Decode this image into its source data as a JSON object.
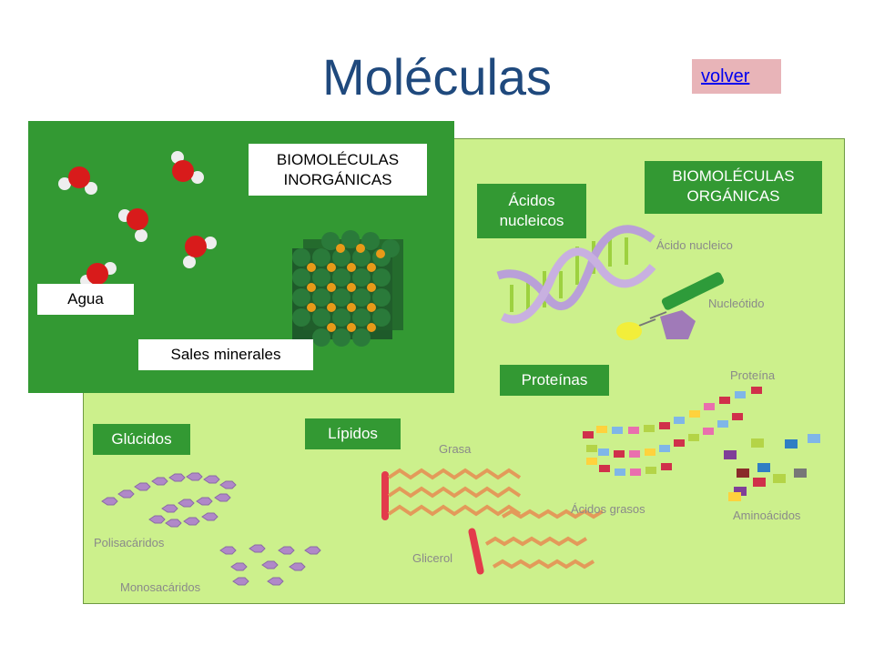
{
  "title": "Moléculas",
  "nav": {
    "back_link": "volver"
  },
  "inorganic": {
    "heading": "BIOMOLÉCULAS INORGÁNICAS",
    "water": "Agua",
    "salts": "Sales minerales"
  },
  "organic": {
    "heading": "BIOMOLÉCULAS ORGÁNICAS",
    "nucleic_acids": "Ácidos nucleicos",
    "nucleic_acid": "Ácido nucleico",
    "nucleotide": "Nucleótido",
    "proteins": "Proteínas",
    "protein": "Proteína",
    "amino_acids": "Aminoácidos",
    "carbohydrates": "Glúcidos",
    "polysaccharides": "Polisacáridos",
    "monosaccharides": "Monosacáridos",
    "lipids": "Lípidos",
    "fat": "Grasa",
    "fatty_acids": "Ácidos grasos",
    "glycerol": "Glicerol"
  },
  "colors": {
    "title": "#1f497d",
    "inorganic_bg": "#339933",
    "organic_bg": "#ccf08c",
    "label_dark_bg": "#339933",
    "back_button_bg": "#e8b4b8"
  }
}
